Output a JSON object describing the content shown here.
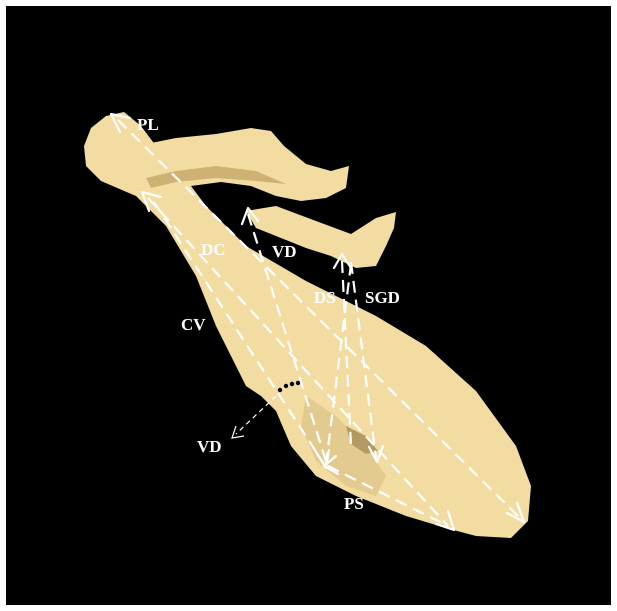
{
  "labels": {
    "pl": "PL",
    "dc": "DC",
    "vd_top": "VD",
    "ds": "DS",
    "sgd": "SGD",
    "cv": "CV",
    "vd_bottom": "VD",
    "ps": "PS"
  },
  "colors": {
    "background": "#000000",
    "border": "#ffffff",
    "model": "#f3dca2",
    "model_shadow": "#d6bb7c",
    "arrows": "#ffffff"
  }
}
